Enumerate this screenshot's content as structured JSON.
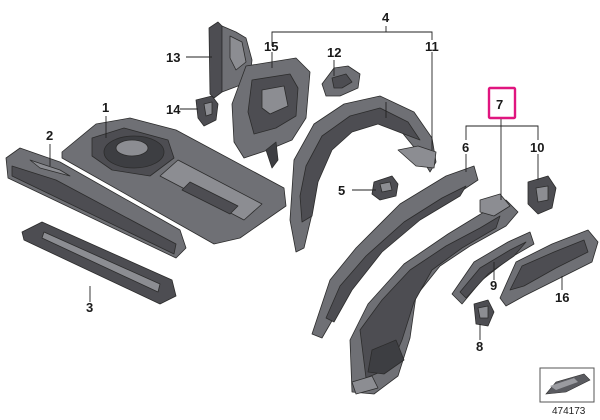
{
  "callouts": {
    "c1": "1",
    "c2": "2",
    "c3": "3",
    "c4": "4",
    "c5": "5",
    "c6": "6",
    "c7": "7",
    "c8": "8",
    "c9": "9",
    "c10": "10",
    "c11": "11",
    "c12": "12",
    "c13": "13",
    "c14": "14",
    "c15": "15",
    "c16": "16"
  },
  "highlighted_callout": "7",
  "highlight_color": "#e0157f",
  "part_colors": {
    "dark": "#4d4d52",
    "mid": "#6f7075",
    "light": "#8c8d92"
  },
  "reference_number": "474173"
}
